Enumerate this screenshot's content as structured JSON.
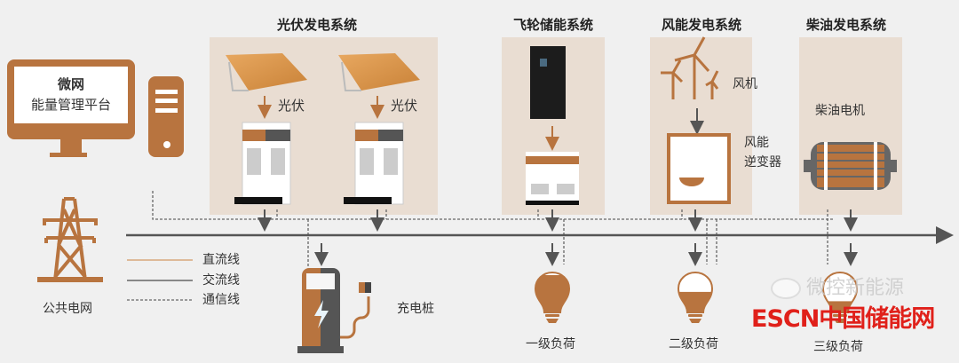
{
  "systems": {
    "pv": {
      "title": "光伏发电系统",
      "label1": "光伏",
      "label2": "光伏"
    },
    "flywheel": {
      "title": "飞轮储能系统"
    },
    "wind": {
      "title": "风能发电系统",
      "turbine_label": "风机",
      "inverter_label_1": "风能",
      "inverter_label_2": "逆变器"
    },
    "diesel": {
      "title": "柴油发电系统",
      "generator_label": "柴油电机"
    }
  },
  "platform": {
    "line1": "微网",
    "line2": "能量管理平台"
  },
  "grid": {
    "label": "公共电网"
  },
  "legend": {
    "dc": "直流线",
    "ac": "交流线",
    "comm": "通信线"
  },
  "charger": {
    "label": "充电桩"
  },
  "loads": [
    {
      "label": "一级负荷",
      "fill": 1.0
    },
    {
      "label": "二级负荷",
      "fill": 0.55
    },
    {
      "label": "三级负荷",
      "fill": 0.3
    }
  ],
  "watermark": {
    "wechat": "微控新能源",
    "brand": "ESCN中国储能网"
  },
  "colors": {
    "accent": "#b8743f",
    "panel": "#e9ddd2",
    "background": "#f0f0f0",
    "line": "#555555",
    "watermark": "#e0201a"
  }
}
